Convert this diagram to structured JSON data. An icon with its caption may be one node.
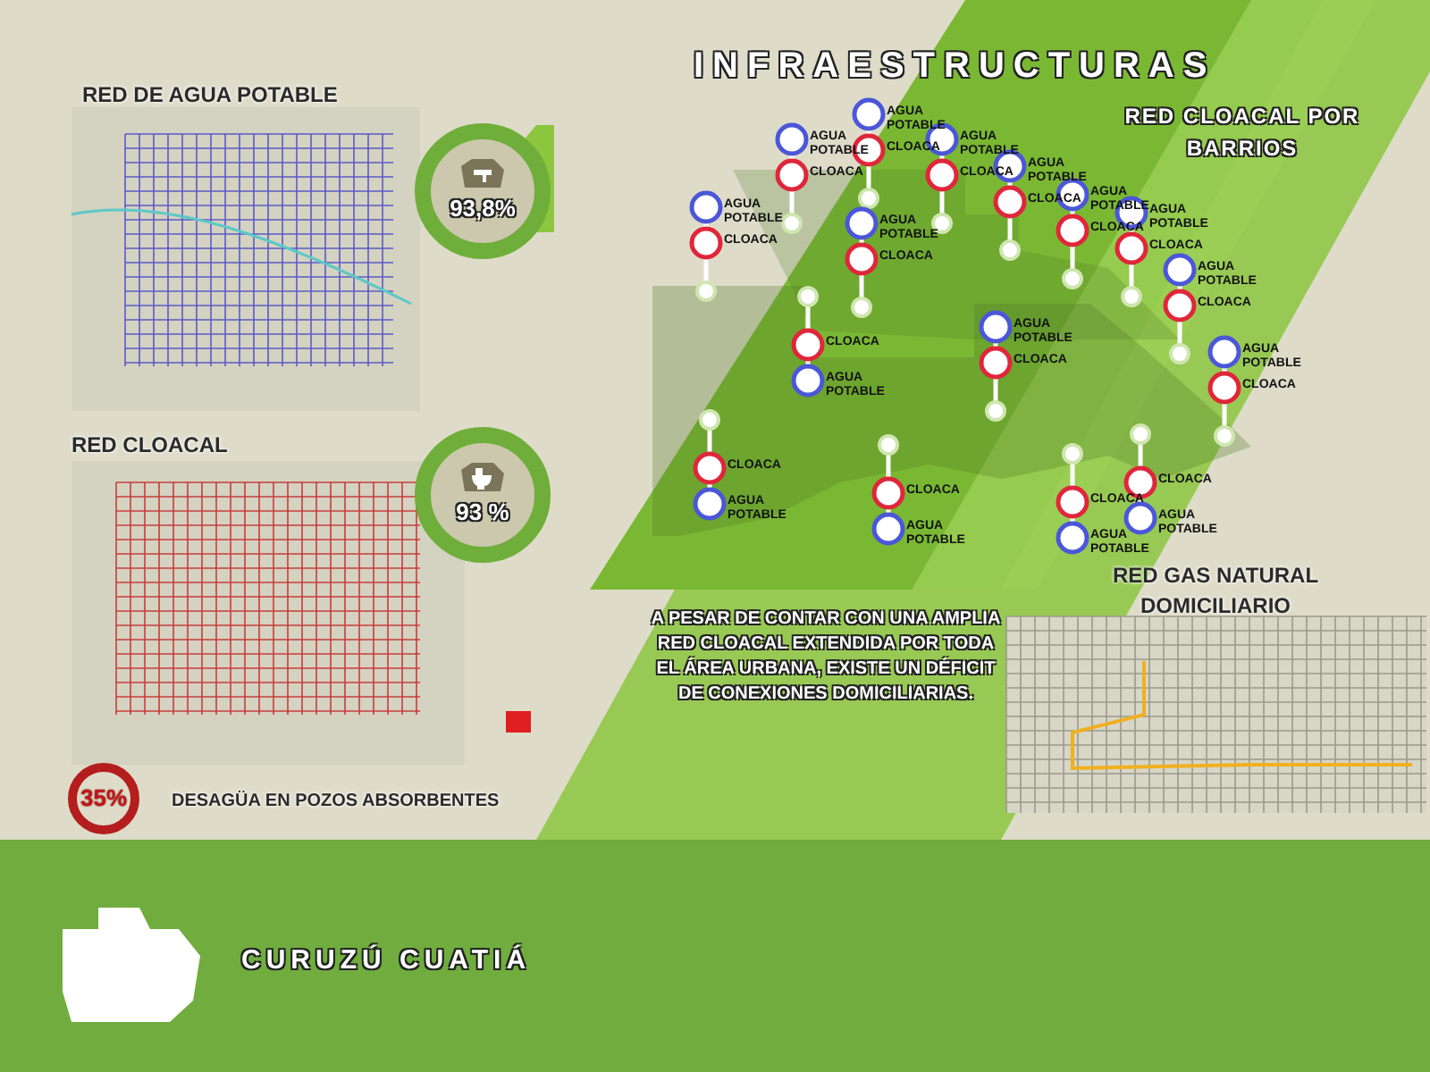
{
  "diagram": {
    "title": "INFRAESTRUCTURAS",
    "nodes": [
      {
        "text": [
          "93,8%"
        ]
      },
      {
        "text": [
          "93 %"
        ]
      },
      {
        "text": [
          "35%"
        ]
      }
    ],
    "labels": [
      "RED DE AGUA POTABLE",
      "RED CLOACAL POR BARRIOS",
      "AGUA POTABLE",
      "CLOACA",
      "AGUA POTABLE",
      "CLOACA",
      "AGUA POTABLE",
      "CLOACA",
      "AGUA POTABLE",
      "CLOACA",
      "AGUA POTABLE",
      "CLOACA",
      "AGUA POTABLE",
      "CLOACA",
      "AGUA POTABLE",
      "CLOACA",
      "AGUA POTABLE",
      "CLOACA",
      "AGUA POTABLE",
      "CLOACA",
      "AGUA POTABLE",
      "CLOACA",
      "CLOACA",
      "AGUA POTABLE",
      "AGUA POTABLE",
      "CLOACA",
      "CLOACA",
      "AGUA POTABLE",
      "CLOACA",
      "AGUA POTABLE",
      "CLOACA",
      "AGUA POTABLE",
      "CLOACA",
      "AGUA POTABLE",
      "RED CLOACAL",
      "RED GAS NATURAL DOMICILIARIO",
      "A PESAR DE CONTAR CON UNA AMPLIA RED CLOACAL EXTENDIDA POR TODA EL ÁREA URBANA, EXISTE UN DÉFICIT DE CONEXIONES DOMICILIARIAS.",
      "DESAGÜA EN POZOS ABSORBENTES",
      "CURUZÚ CUATIÁ"
    ]
  }
}
